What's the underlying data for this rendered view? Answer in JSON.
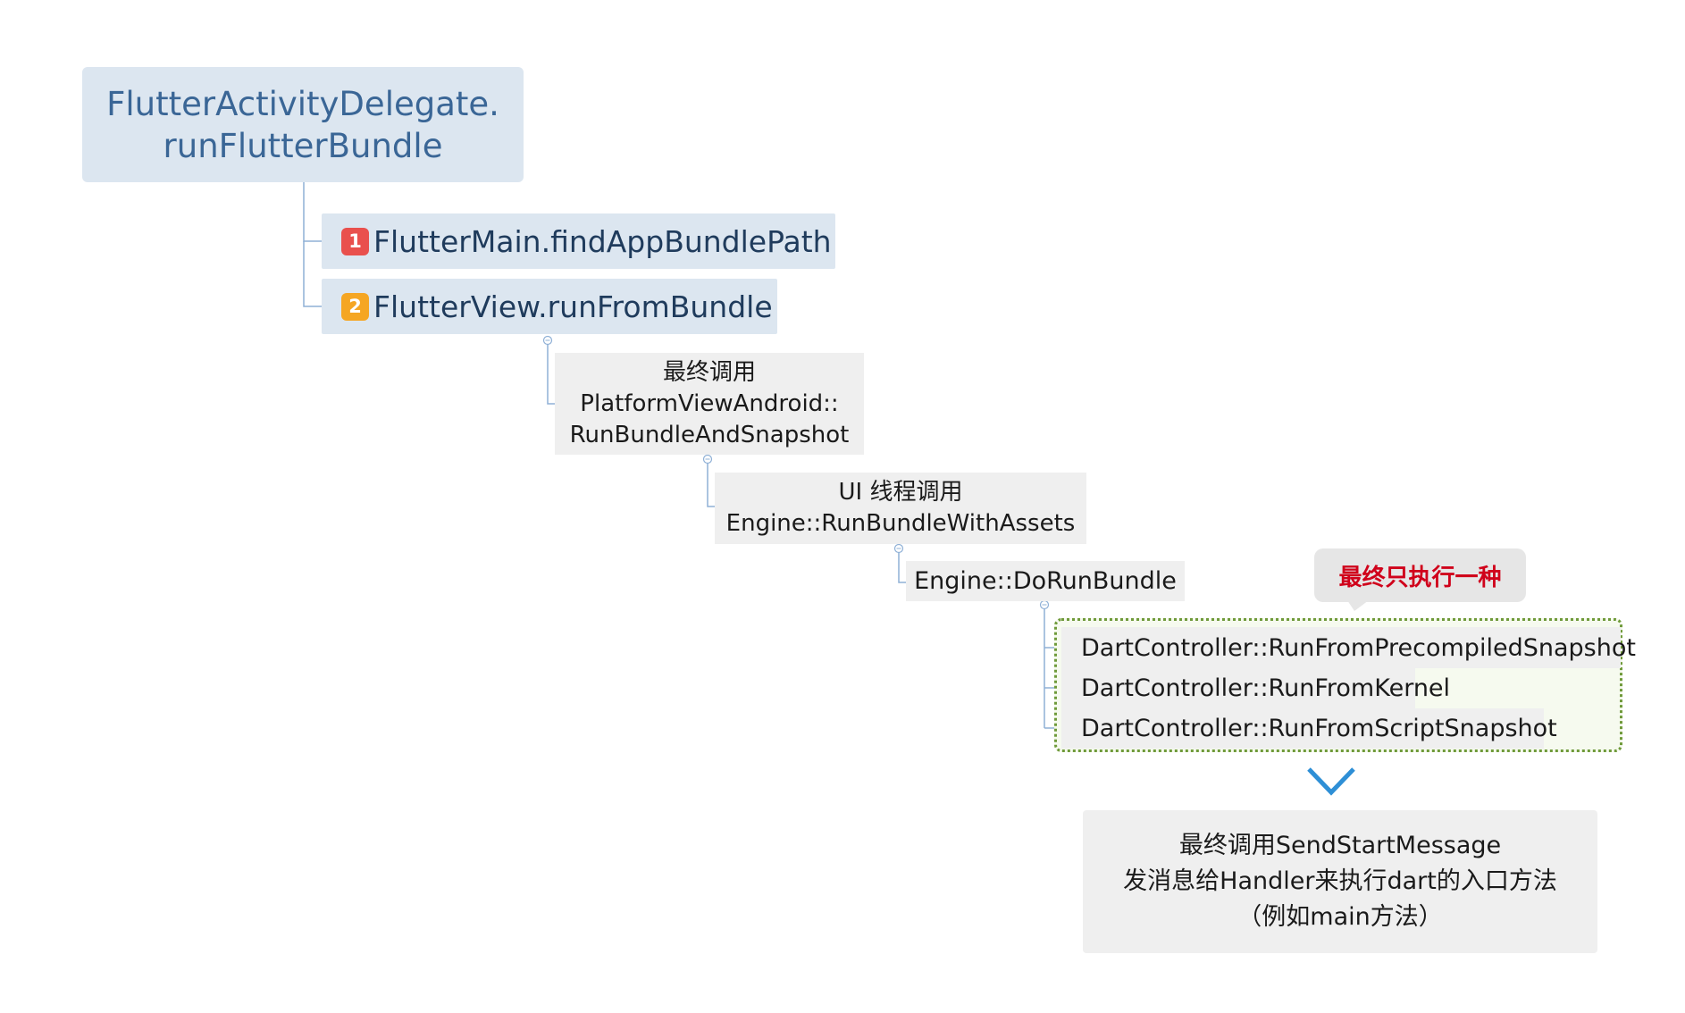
{
  "root": {
    "line1": "FlutterActivityDelegate.",
    "line2": "runFlutterBundle"
  },
  "steps": [
    {
      "badge": "1",
      "label": "FlutterMain.findAppBundlePath"
    },
    {
      "badge": "2",
      "label": "FlutterView.runFromBundle"
    }
  ],
  "chain": {
    "platform_view": {
      "line1": "最终调用",
      "line2": "PlatformViewAndroid::",
      "line3": "RunBundleAndSnapshot"
    },
    "engine_run": {
      "line1": "UI 线程调用",
      "line2": "Engine::RunBundleWithAssets"
    },
    "do_run": {
      "label": "Engine::DoRunBundle"
    }
  },
  "options": [
    "DartController::RunFromPrecompiledSnapshot",
    "DartController::RunFromKernel",
    "DartController::RunFromScriptSnapshot"
  ],
  "callout": "最终只执行一种",
  "summary": {
    "line1": "最终调用SendStartMessage",
    "line2": "发消息给Handler来执行dart的入口方法",
    "line3": "（例如main方法）"
  },
  "colors": {
    "root_bg": "#dce6f0",
    "root_text": "#3a6696",
    "node_bg": "#efefef",
    "badge_1": "#e9504d",
    "badge_2": "#f5a623",
    "group_border": "#6f9a3a",
    "callout_text": "#d0021b",
    "connector": "#8fb0d6",
    "chevron": "#2e8fd6"
  }
}
